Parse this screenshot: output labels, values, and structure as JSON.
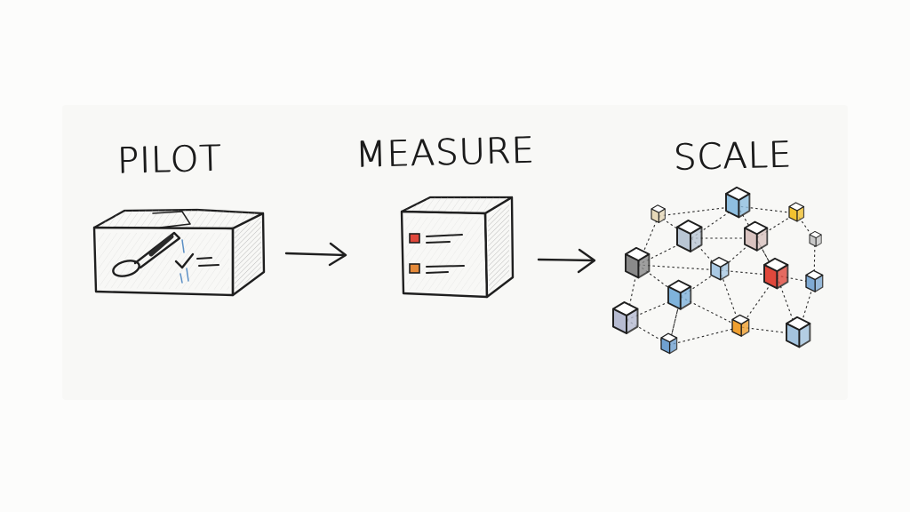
{
  "stages": [
    {
      "label": "PILOT"
    },
    {
      "label": "MEASURE"
    },
    {
      "label": "SCALE"
    }
  ],
  "colors": {
    "ink": "#1f1f1f",
    "red": "#e0483c",
    "orange": "#e58a3a",
    "blue": "#8fbfe0",
    "yellow": "#f2c230",
    "grey_blue": "#b9c6d4",
    "pink_grey": "#d9c3c0"
  },
  "icons": {
    "pilot": "cardboard-box-with-magnifier-and-check-icon",
    "measure": "box-with-checklist-icon",
    "scale": "network-of-cubes-icon",
    "arrow": "arrow-right-icon"
  }
}
